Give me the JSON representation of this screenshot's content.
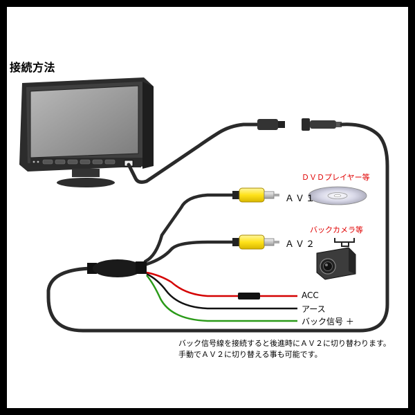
{
  "title": "接続方法",
  "labels": {
    "av1": "ＡＶ１",
    "av2": "ＡＶ２",
    "dvd": "ＤＶＤプレイヤー等",
    "back_camera": "バックカメラ等",
    "acc": "ACC",
    "earth": "アース",
    "back_signal": "バック信号 ＋"
  },
  "notes": [
    "バック信号線を接続すると後進時にＡＶ２に切り替わります。",
    "手動でＡＶ２に切り替える事も可能です。"
  ],
  "colors": {
    "acc_wire": "#d40000",
    "earth_wire": "#000000",
    "back_signal_wire": "#2a9a18",
    "rca_plug": "#ffee33",
    "label_accent": "#e00000",
    "monitor_body": "#3a3a3a",
    "monitor_screen": "#9a9a9a"
  }
}
